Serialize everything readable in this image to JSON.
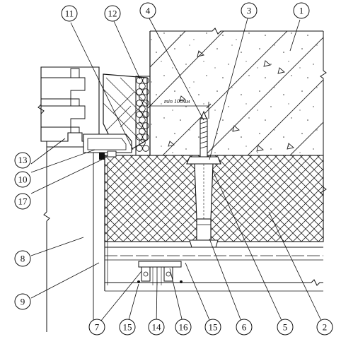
{
  "dimension_note": "min 100",
  "dimension_note_unit": "мм",
  "callouts": [
    {
      "id": "c1",
      "label": "1"
    },
    {
      "id": "c2",
      "label": "2"
    },
    {
      "id": "c3",
      "label": "3"
    },
    {
      "id": "c4",
      "label": "4"
    },
    {
      "id": "c5",
      "label": "5"
    },
    {
      "id": "c6",
      "label": "6"
    },
    {
      "id": "c7",
      "label": "7"
    },
    {
      "id": "c8",
      "label": "8"
    },
    {
      "id": "c9",
      "label": "9"
    },
    {
      "id": "c10",
      "label": "10"
    },
    {
      "id": "c11",
      "label": "11"
    },
    {
      "id": "c12",
      "label": "12"
    },
    {
      "id": "c13",
      "label": "13"
    },
    {
      "id": "c14",
      "label": "14"
    },
    {
      "id": "c15a",
      "label": "15"
    },
    {
      "id": "c15b",
      "label": "15"
    },
    {
      "id": "c16",
      "label": "16"
    },
    {
      "id": "c17",
      "label": "17"
    }
  ]
}
